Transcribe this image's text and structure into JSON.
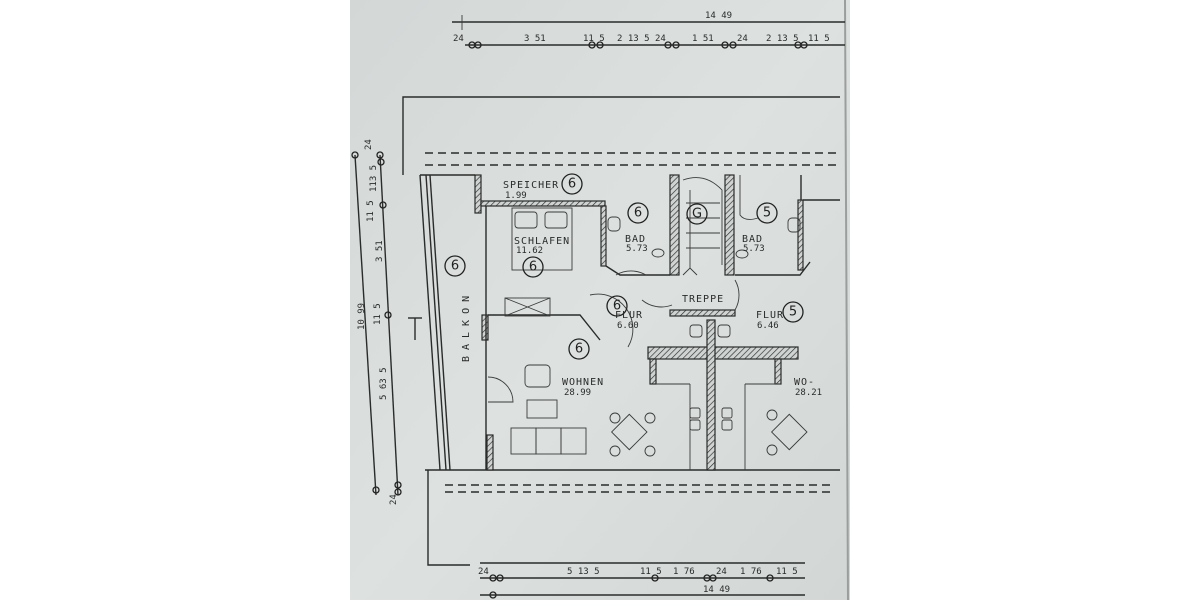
{
  "dimensions": {
    "top_total": "14 49",
    "top": [
      "24",
      "3 51",
      "11 5",
      "2 13 5",
      "24",
      "1 51",
      "24",
      "2 13 5",
      "11 5"
    ],
    "left_total": "10 99",
    "left": [
      "24",
      "113 5",
      "11 5",
      "3 51",
      "11 5",
      "5 63 5",
      "24"
    ],
    "bottom": [
      "24",
      "5 13 5",
      "11 5",
      "1 76",
      "24",
      "1 76",
      "11 5"
    ],
    "bottom_total": "14 49"
  },
  "rooms": {
    "speicher": {
      "name": "SPEICHER",
      "area": "1.99"
    },
    "schlafen": {
      "name": "SCHLAFEN",
      "area": "11.62"
    },
    "bad1": {
      "name": "BAD",
      "area": "5.73"
    },
    "bad2": {
      "name": "BAD",
      "area": "5.73"
    },
    "treppe": {
      "name": "TREPPE"
    },
    "flur1": {
      "name": "FLUR",
      "area": "6.60"
    },
    "flur2": {
      "name": "FLUR",
      "area": "6.46"
    },
    "wohnen1": {
      "name": "WOHNEN",
      "area": "28.99"
    },
    "wohnen2": {
      "name": "WO-",
      "area": "28.21"
    },
    "balkon": {
      "name": "BALKON"
    }
  },
  "markers": [
    "6",
    "6",
    "6",
    "G",
    "5",
    "6",
    "6",
    "6",
    "5"
  ],
  "colors": {
    "paper": "#d7dbd9",
    "ink": "#2a2c2b",
    "margin": "#ffffff"
  }
}
